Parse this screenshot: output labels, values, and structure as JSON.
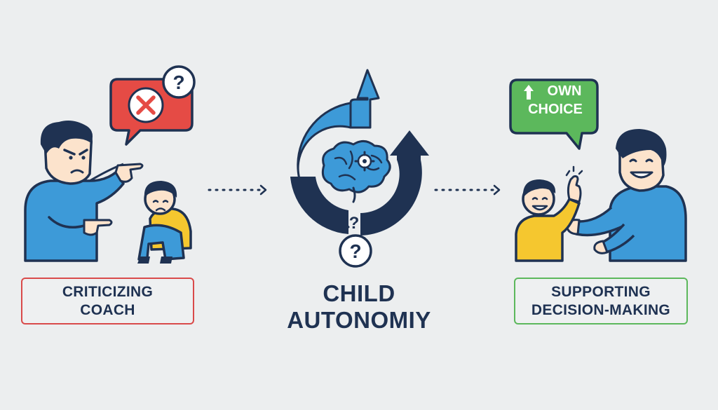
{
  "left_panel": {
    "label_line1": "CRITICIZING",
    "label_line2": "COACH",
    "accent_color": "#d94a4a",
    "icons": [
      "angry-coach-icon",
      "sad-child-icon",
      "cross-mark-icon",
      "question-mark-icon"
    ]
  },
  "center_panel": {
    "title_line1": "CHILD",
    "title_line2": "AUTONOMIY",
    "icons": [
      "brain-gear-icon",
      "up-arrow-icon",
      "question-mark-icon"
    ]
  },
  "right_panel": {
    "bubble_line1": "OWN",
    "bubble_line2": "CHOICE",
    "label_line1": "SUPPORTING",
    "label_line2": "DECISION-MAKING",
    "accent_color": "#5cb85c",
    "icons": [
      "supportive-adult-icon",
      "happy-child-icon",
      "up-arrow-icon"
    ]
  },
  "colors": {
    "background": "#eceeef",
    "navy": "#1f3252",
    "blue": "#3d9ad8",
    "skin": "#fce3cc",
    "yellow": "#f5c72f"
  }
}
